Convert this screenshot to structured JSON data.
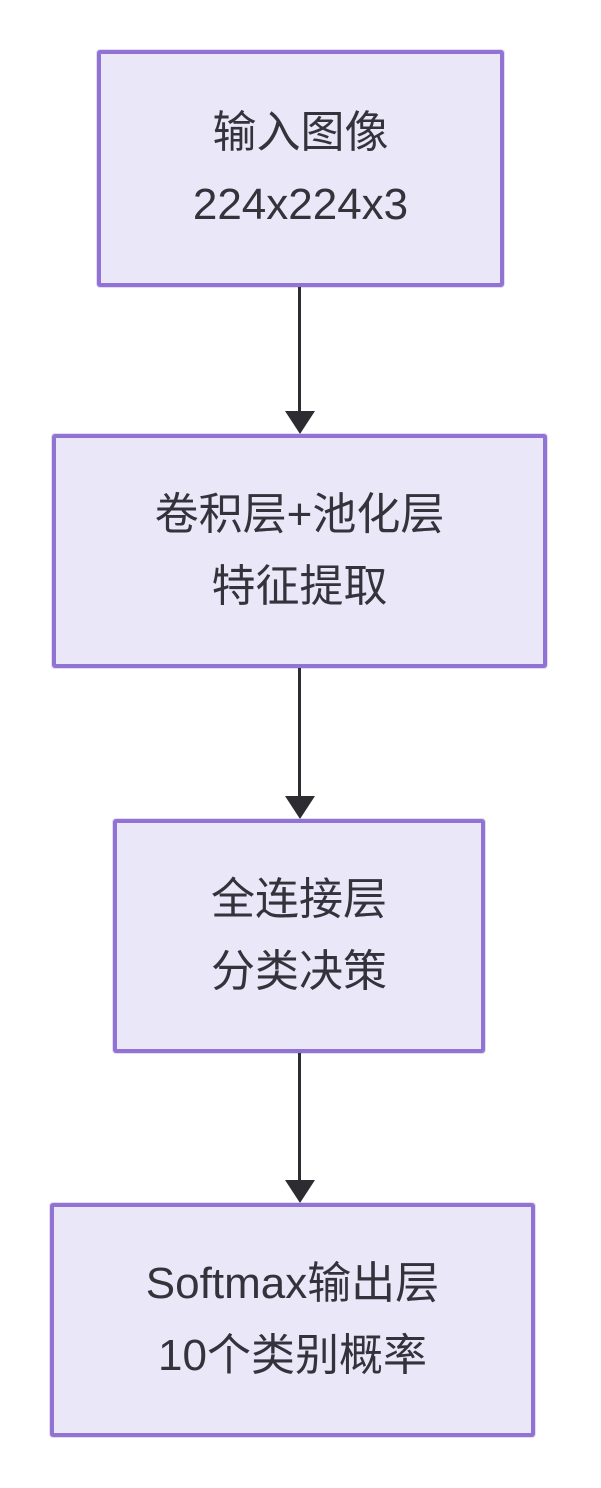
{
  "diagram": {
    "type": "flowchart",
    "direction": "top-down",
    "colors": {
      "bg": "#ffffff",
      "box_fill": "#EAE8F8",
      "box_border": "#9173D4",
      "text_color": "#34323A",
      "arrow_color": "#2D2C31"
    },
    "nodes": [
      {
        "id": "input-image",
        "line1": "输入图像",
        "line2": "224x224x3"
      },
      {
        "id": "conv-pool",
        "line1": "卷积层+池化层",
        "line2": "特征提取"
      },
      {
        "id": "fully-connected",
        "line1": "全连接层",
        "line2": "分类决策"
      },
      {
        "id": "softmax-output",
        "line1": "Softmax输出层",
        "line2": "10个类别概率"
      }
    ],
    "edges": [
      {
        "from": "input-image",
        "to": "conv-pool"
      },
      {
        "from": "conv-pool",
        "to": "fully-connected"
      },
      {
        "from": "fully-connected",
        "to": "softmax-output"
      }
    ]
  }
}
